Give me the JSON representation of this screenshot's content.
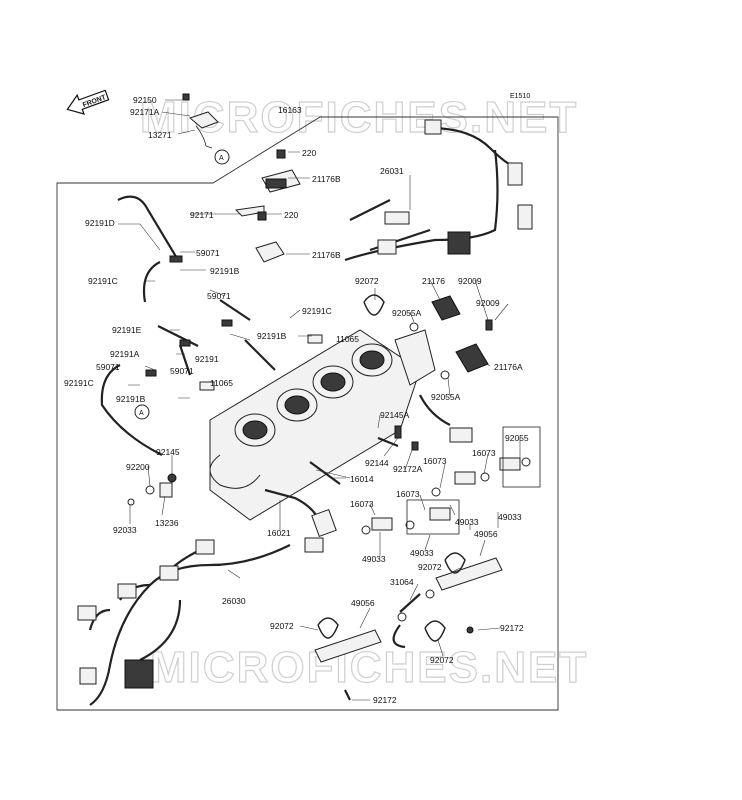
{
  "diagram_code": "E1510",
  "front_label": "FRONT",
  "watermark": "MICROFICHES.NET",
  "reference_marker": "A",
  "part_labels": [
    "92150",
    "92171A",
    "13271",
    "16163",
    "220",
    "21176B",
    "92171",
    "220",
    "21176B",
    "26031",
    "92191D",
    "59071",
    "92191B",
    "92191C",
    "59071",
    "92191C",
    "92191E",
    "92191B",
    "92191A",
    "59071",
    "92191",
    "59071",
    "92191C",
    "11065",
    "92191B",
    "11065",
    "92072",
    "21176",
    "92009",
    "92055A",
    "92009",
    "21176A",
    "92055A",
    "92145A",
    "92144",
    "92172A",
    "92055",
    "16073",
    "16073",
    "92145",
    "92200",
    "13236",
    "92033",
    "16014",
    "16073",
    "16073",
    "49033",
    "49033",
    "16021",
    "49033",
    "49056",
    "49033",
    "92072",
    "31064",
    "26030",
    "49056",
    "92072",
    "92172",
    "92072",
    "92172"
  ]
}
